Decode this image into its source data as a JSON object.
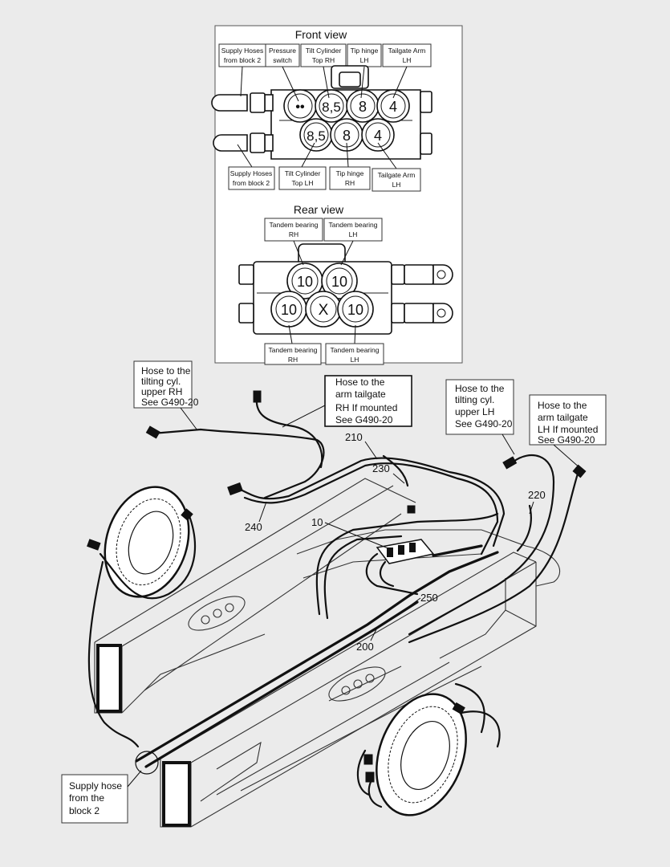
{
  "front_view": {
    "title": "Front view",
    "top_labels": [
      {
        "line1": "Supply Hoses",
        "line2": "from block 2"
      },
      {
        "line1": "Pressure",
        "line2": "switch"
      },
      {
        "line1": "Tilt Cylinder",
        "line2": "Top RH"
      },
      {
        "line1": "Tip hinge",
        "line2": "LH"
      },
      {
        "line1": "Tailgate Arm",
        "line2": "LH"
      }
    ],
    "bottom_labels": [
      {
        "line1": "Supply Hoses",
        "line2": "from block 2"
      },
      {
        "line1": "Tilt Cylinder",
        "line2": "Top LH"
      },
      {
        "line1": "Tip hinge",
        "line2": "RH"
      },
      {
        "line1": "Tailgate Arm",
        "line2": "LH"
      }
    ],
    "ports_top": [
      "••",
      "8,5",
      "8",
      "4"
    ],
    "ports_bottom": [
      "8,5",
      "8",
      "4"
    ]
  },
  "rear_view": {
    "title": "Rear view",
    "top_labels": [
      {
        "line1": "Tandem bearing",
        "line2": "RH"
      },
      {
        "line1": "Tandem bearing",
        "line2": "LH"
      }
    ],
    "bottom_labels": [
      {
        "line1": "Tandem bearing",
        "line2": "RH"
      },
      {
        "line1": "Tandem bearing",
        "line2": "LH"
      }
    ],
    "ports_top": [
      "10",
      "10"
    ],
    "ports_bottom": [
      "10",
      "X",
      "10"
    ]
  },
  "callouts": {
    "tilt_rh": {
      "l1": "Hose to the",
      "l2": "tilting cyl.",
      "l3": "upper  RH",
      "l4": "See G490-20"
    },
    "arm_rh": {
      "l1": "Hose to the",
      "l2": "arm tailgate",
      "l3": "RH If mounted",
      "l4": "See G490-20"
    },
    "tilt_lh": {
      "l1": "Hose to the",
      "l2": "tilting cyl.",
      "l3": "upper  LH",
      "l4": "See G490-20"
    },
    "arm_lh": {
      "l1": "Hose to the",
      "l2": "arm tailgate",
      "l3": "LH If mounted",
      "l4": "See G490-20"
    },
    "supply": {
      "l1": "Supply hose",
      "l2": "from the",
      "l3": "block 2"
    }
  },
  "part_numbers": {
    "p210": "210",
    "p230": "230",
    "p220": "220",
    "p240": "240",
    "p10": "10",
    "p250": "250",
    "p200": "200"
  }
}
